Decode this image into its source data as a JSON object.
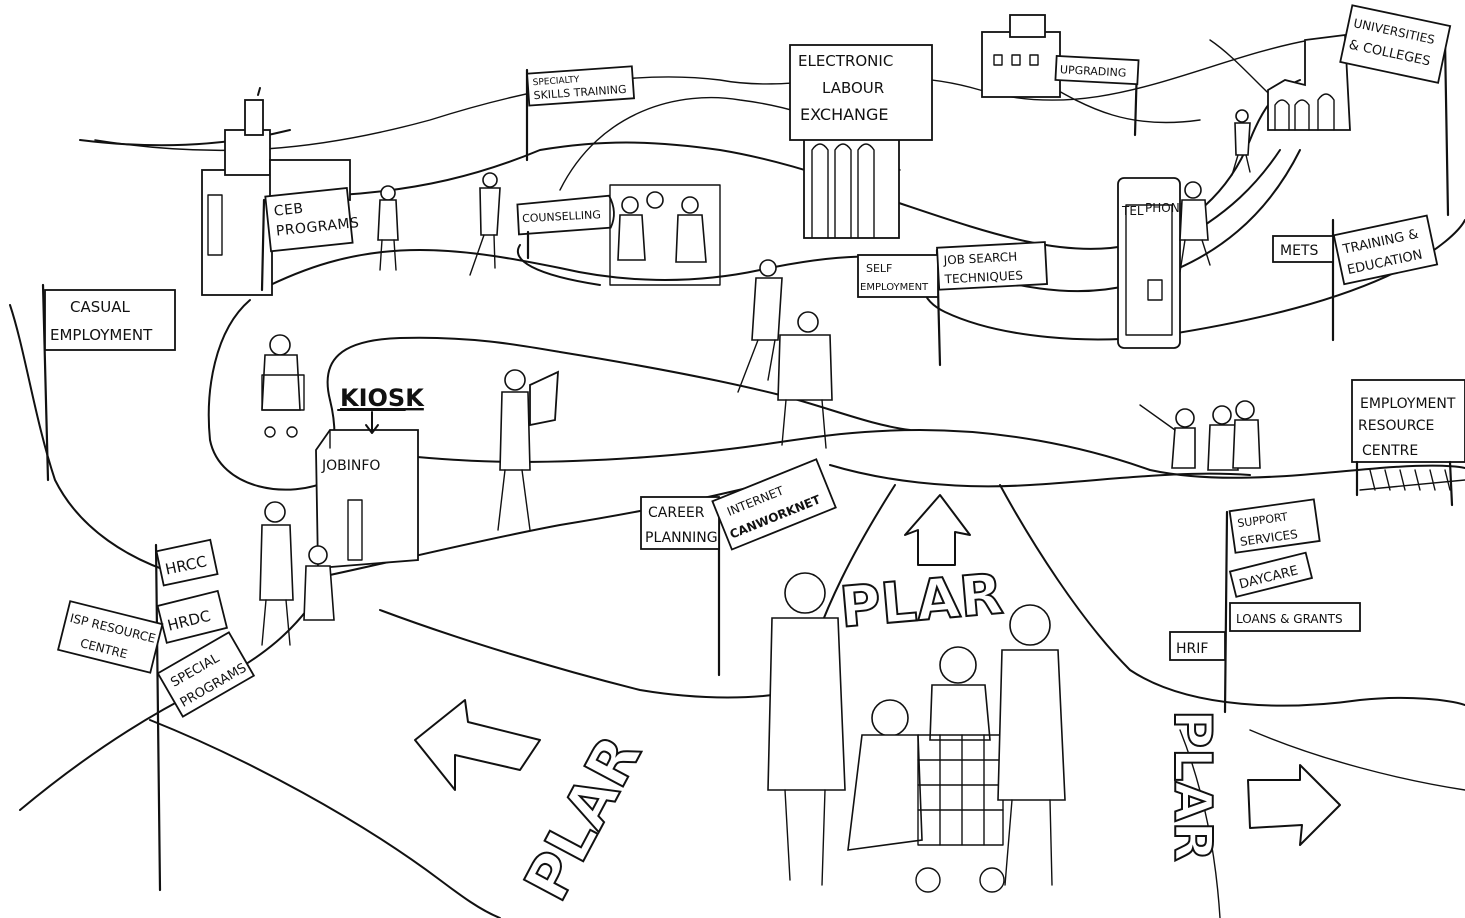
{
  "signs": {
    "ceb": [
      "CEB",
      "PROGRAMS"
    ],
    "specialty": [
      "SPECIALTY",
      "SKILLS TRAINING"
    ],
    "electronic": [
      "ELECTRONIC",
      "LABOUR",
      "EXCHANGE"
    ],
    "upgrading": "UPGRADING",
    "universities": [
      "UNIVERSITIES",
      "& COLLEGES"
    ],
    "counselling": "COUNSELLING",
    "self_employment": [
      "SELF",
      "EMPLOYMENT"
    ],
    "job_search": [
      "JOB SEARCH",
      "TECHNIQUES"
    ],
    "tel_phone": [
      "TEL",
      "PHONE"
    ],
    "mets": "METS",
    "training": [
      "TRAINING &",
      "EDUCATION"
    ],
    "casual": [
      "CASUAL",
      "EMPLOYMENT"
    ],
    "kiosk": "KIOSK",
    "jobinfo": "JOBINFO",
    "erc": [
      "EMPLOYMENT",
      "RESOURCE",
      "CENTRE"
    ],
    "career": [
      "CAREER",
      "PLANNING"
    ],
    "internet": [
      "INTERNET",
      "CANWORKNET"
    ],
    "hrcc": "HRCC",
    "hrdc": "HRDC",
    "special_programs": [
      "SPECIAL",
      "PROGRAMS"
    ],
    "isp": [
      "ISP RESOURCE",
      "CENTRE"
    ],
    "support": [
      "SUPPORT",
      "SERVICES"
    ],
    "daycare": "DAYCARE",
    "loans": "LOANS & GRANTS",
    "hrif": "HRIF"
  },
  "plar": {
    "center": "PLAR",
    "left": "PLAR",
    "right": "PLAR"
  },
  "colors": {
    "ink": "#111111",
    "paper": "#ffffff"
  }
}
